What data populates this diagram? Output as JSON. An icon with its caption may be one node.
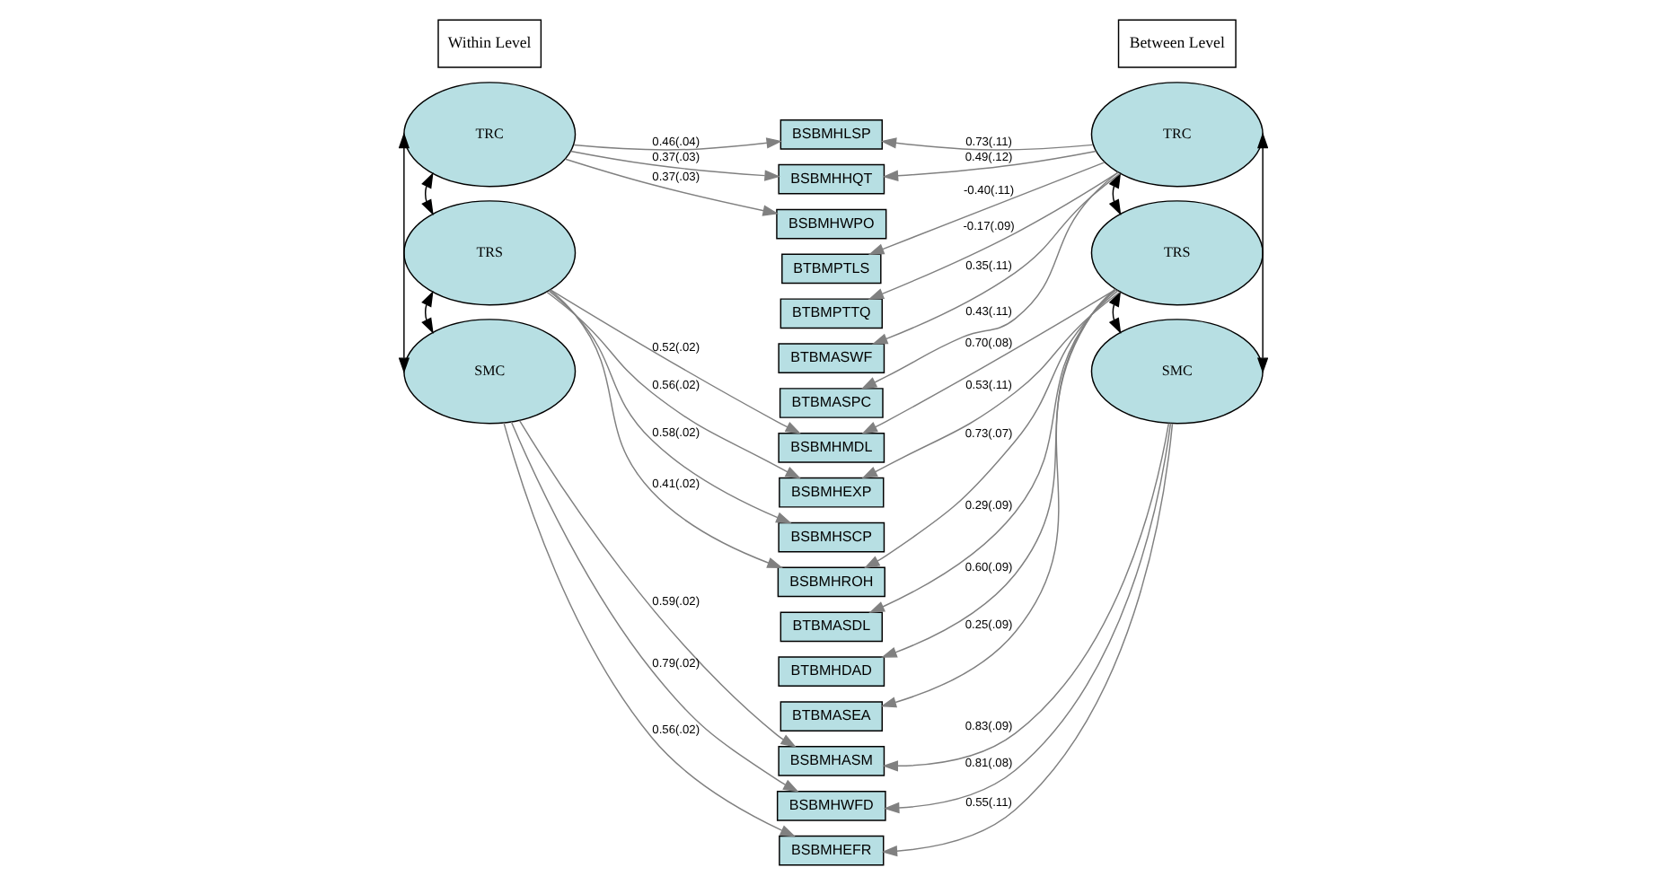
{
  "diagram": {
    "nodes": [
      {
        "text": [
          "Within Level"
        ]
      },
      {
        "text": [
          "Between Level"
        ]
      },
      {
        "text": [
          "TRC"
        ]
      },
      {
        "text": [
          "TRC"
        ]
      },
      {
        "text": [
          "TRS"
        ]
      },
      {
        "text": [
          "TRS"
        ]
      },
      {
        "text": [
          "SMC"
        ]
      },
      {
        "text": [
          "SMC"
        ]
      },
      {
        "text": [
          "BSBMHLSP"
        ]
      },
      {
        "text": [
          "BSBMHHQT"
        ]
      },
      {
        "text": [
          "BSBMHWPO"
        ]
      },
      {
        "text": [
          "BTBMPTLS"
        ]
      },
      {
        "text": [
          "BTBMPTTQ"
        ]
      },
      {
        "text": [
          "BTBMASWF"
        ]
      },
      {
        "text": [
          "BTBMASPC"
        ]
      },
      {
        "text": [
          "BSBMHMDL"
        ]
      },
      {
        "text": [
          "BSBMHEXP"
        ]
      },
      {
        "text": [
          "BSBMHSCP"
        ]
      },
      {
        "text": [
          "BSBMHROH"
        ]
      },
      {
        "text": [
          "BTBMASDL"
        ]
      },
      {
        "text": [
          "BTBMHDAD"
        ]
      },
      {
        "text": [
          "BTBMASEA"
        ]
      },
      {
        "text": [
          "BSBMHASM"
        ]
      },
      {
        "text": [
          "BSBMHWFD"
        ]
      },
      {
        "text": [
          "BSBMHEFR"
        ]
      }
    ],
    "edges": [
      {
        "from": 2,
        "to": 8,
        "arrow": "to",
        "label": "0.46(.04)"
      },
      {
        "from": 2,
        "to": 9,
        "arrow": "to",
        "label": "0.37(.03)"
      },
      {
        "from": 2,
        "to": 10,
        "arrow": "to",
        "label": "0.37(.03)"
      },
      {
        "from": 3,
        "to": 8,
        "arrow": "to",
        "label": "0.73(.11)"
      },
      {
        "from": 3,
        "to": 9,
        "arrow": "to",
        "label": "0.49(.12)"
      },
      {
        "from": 3,
        "to": 11,
        "arrow": "to",
        "label": "-0.40(.11)"
      },
      {
        "from": 3,
        "to": 12,
        "arrow": "to",
        "label": "-0.17(.09)"
      },
      {
        "from": 3,
        "to": 13,
        "arrow": "to",
        "label": "0.35(.11)"
      },
      {
        "from": 3,
        "to": 14,
        "arrow": "to",
        "label": "0.43(.11)"
      },
      {
        "from": 4,
        "to": 15,
        "arrow": "to",
        "label": "0.52(.02)"
      },
      {
        "from": 4,
        "to": 16,
        "arrow": "to",
        "label": "0.56(.02)"
      },
      {
        "from": 4,
        "to": 17,
        "arrow": "to",
        "label": "0.58(.02)"
      },
      {
        "from": 4,
        "to": 18,
        "arrow": "to",
        "label": "0.41(.02)"
      },
      {
        "from": 5,
        "to": 15,
        "arrow": "to",
        "label": "0.70(.08)"
      },
      {
        "from": 5,
        "to": 16,
        "arrow": "to",
        "label": "0.53(.11)"
      },
      {
        "from": 5,
        "to": 18,
        "arrow": "to",
        "label": "0.73(.07)"
      },
      {
        "from": 5,
        "to": 19,
        "arrow": "to",
        "label": "0.29(.09)"
      },
      {
        "from": 5,
        "to": 20,
        "arrow": "to",
        "label": "0.60(.09)"
      },
      {
        "from": 5,
        "to": 21,
        "arrow": "to",
        "label": "0.25(.09)"
      },
      {
        "from": 6,
        "to": 22,
        "arrow": "to",
        "label": "0.59(.02)"
      },
      {
        "from": 6,
        "to": 23,
        "arrow": "to",
        "label": "0.79(.02)"
      },
      {
        "from": 6,
        "to": 24,
        "arrow": "to",
        "label": "0.56(.02)"
      },
      {
        "from": 7,
        "to": 22,
        "arrow": "to",
        "label": "0.83(.09)"
      },
      {
        "from": 7,
        "to": 23,
        "arrow": "to",
        "label": "0.81(.08)"
      },
      {
        "from": 7,
        "to": 24,
        "arrow": "to",
        "label": "0.55(.11)"
      },
      {
        "from": 2,
        "to": 4,
        "arrow": "both",
        "color": "#000000"
      },
      {
        "from": 4,
        "to": 6,
        "arrow": "both",
        "color": "#000000"
      },
      {
        "from": 2,
        "to": 6,
        "arrow": "both",
        "color": "#000000"
      },
      {
        "from": 3,
        "to": 5,
        "arrow": "both",
        "color": "#000000"
      },
      {
        "from": 5,
        "to": 7,
        "arrow": "both",
        "color": "#000000"
      },
      {
        "from": 3,
        "to": 7,
        "arrow": "both",
        "color": "#000000"
      }
    ]
  }
}
